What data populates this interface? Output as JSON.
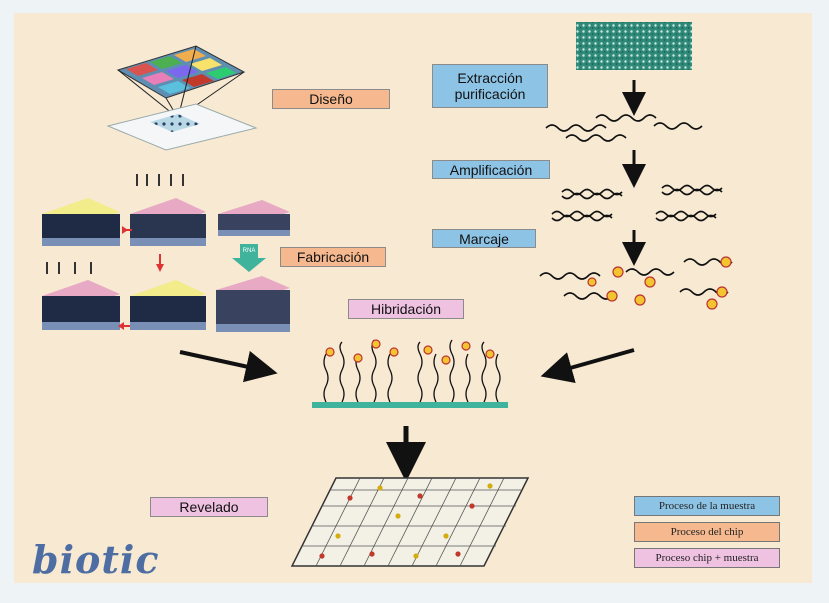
{
  "labels": {
    "diseno": "Diseño",
    "fabricacion": "Fabricación",
    "extraccion_1": "Extracción",
    "extraccion_2": "purificación",
    "amplificacion": "Amplificación",
    "marcaje": "Marcaje",
    "hibridacion": "Hibridación",
    "revelado": "Revelado",
    "micro_label": "RNA"
  },
  "legend": [
    {
      "text": "Proceso de la muestra",
      "color": "#8dc4e6"
    },
    {
      "text": "Proceso del chip",
      "color": "#f6b98f"
    },
    {
      "text": "Proceso chip + muestra",
      "color": "#efc2e2"
    }
  ],
  "logo": "biotic",
  "colors": {
    "background": "#f7e9d2",
    "sample": "#8dc4e6",
    "chip": "#f6b98f",
    "mix": "#efc2e2",
    "logo": "#4e6ea3"
  }
}
